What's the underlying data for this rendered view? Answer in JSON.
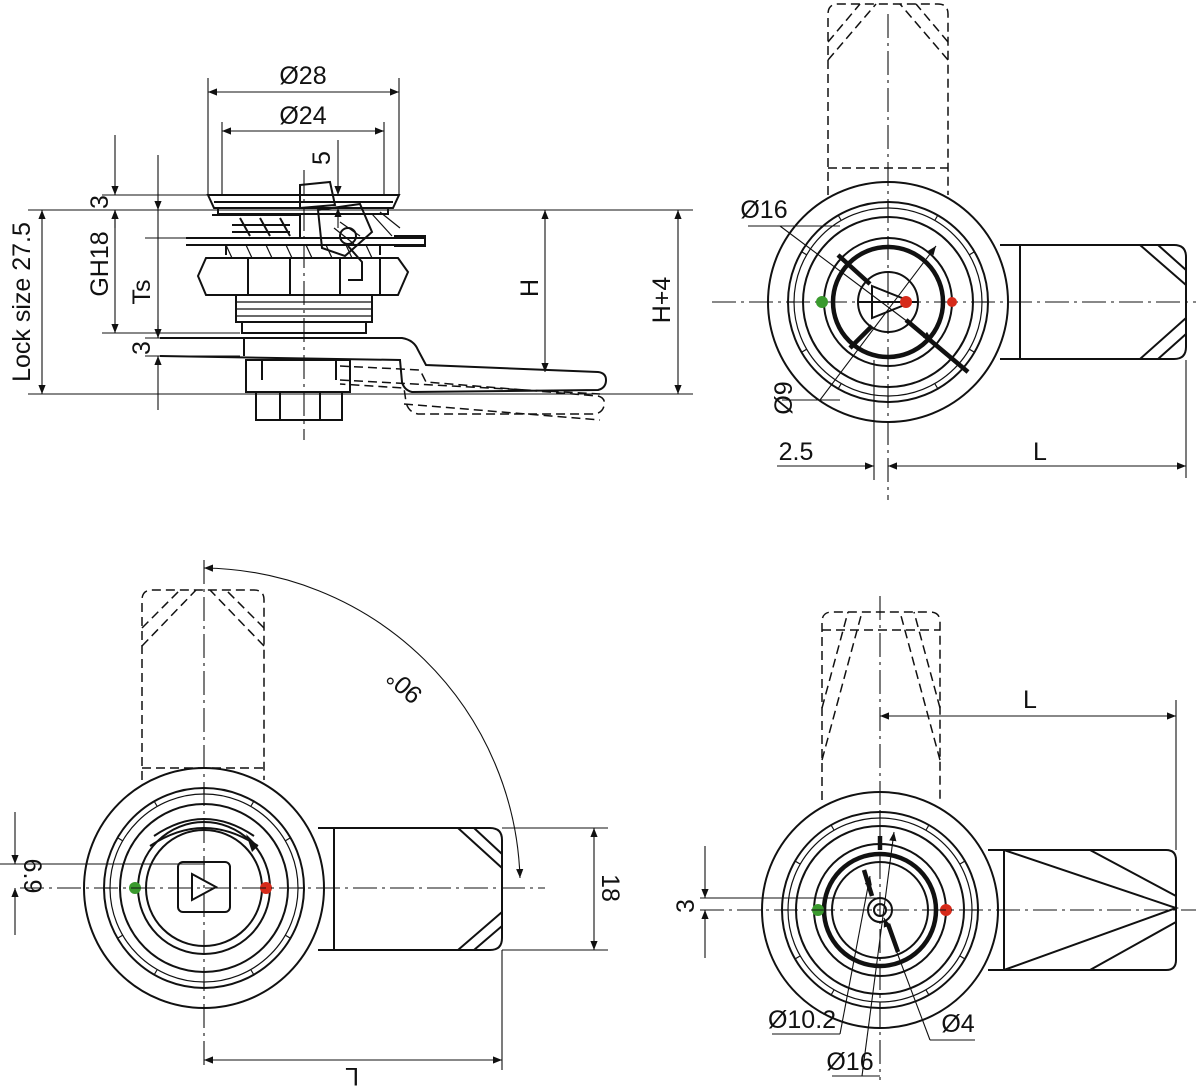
{
  "dimensions": {
    "side_view": {
      "outer_diameter": "Ø28",
      "inner_diameter": "Ø24",
      "top_offset": "5",
      "flange_thickness": "3",
      "thread": "GH18",
      "ts": "Ts",
      "cam_thickness": "3",
      "lock_size": "Lock size 27.5",
      "height": "H",
      "height_plus": "H+4"
    },
    "top_right_view": {
      "cylinder_diameter": "Ø16",
      "core_diameter": "Ø9",
      "offset": "2.5",
      "length": "L"
    },
    "bottom_left_view": {
      "rotation_angle": "90°",
      "offset": "6.9",
      "width": "18",
      "length": "L"
    },
    "bottom_right_view": {
      "length": "L",
      "offset": "3",
      "diameter_a": "Ø10.2",
      "diameter_b": "Ø4",
      "diameter_c": "Ø16"
    }
  },
  "indicators": {
    "open_color": "#3a9a2e",
    "locked_color": "#d62a1a"
  },
  "icons": {
    "front_key_symbol": "triangle-key-icon",
    "rotation_arrow": "rotation-arrow-icon"
  }
}
